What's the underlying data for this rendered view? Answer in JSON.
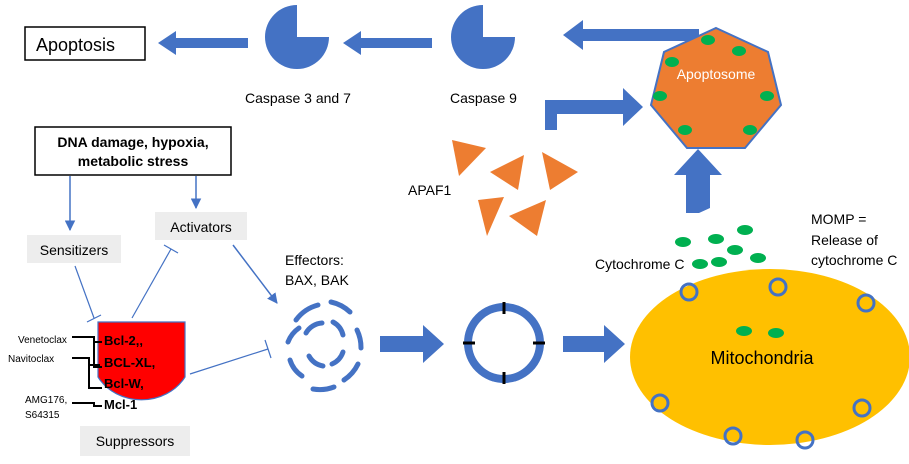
{
  "labels": {
    "apoptosis": "Apoptosis",
    "caspase_3_7": "Caspase 3 and 7",
    "caspase_9": "Caspase 9",
    "apoptosome": "Apoptosome",
    "stress_line1": "DNA damage, hypoxia,",
    "stress_line2": "metabolic stress",
    "sensitizers": "Sensitizers",
    "activators": "Activators",
    "apaf1": "APAF1",
    "effectors_line1": "Effectors:",
    "effectors_line2": "BAX, BAK",
    "cytochrome_c": "Cytochrome C",
    "momp_line1": "MOMP =",
    "momp_line2": "Release of",
    "momp_line3": "cytochrome C",
    "mitochondria": "Mitochondria",
    "suppressors": "Suppressors"
  },
  "suppressor_proteins": [
    "Bcl-2,,",
    "BCL-XL,",
    "Bcl-W,",
    "Mcl-1"
  ],
  "inhibitor_drugs": {
    "venetoclax": "Venetoclax",
    "navitoclax": "Navitoclax",
    "amg_line1": "AMG176,",
    "amg_line2": "S64315"
  },
  "colors": {
    "blue": "#4472c4",
    "orange": "#ed7d31",
    "green": "#00b050",
    "yellow": "#ffc000",
    "red": "#ff0000",
    "gray_box": "#ededed"
  }
}
